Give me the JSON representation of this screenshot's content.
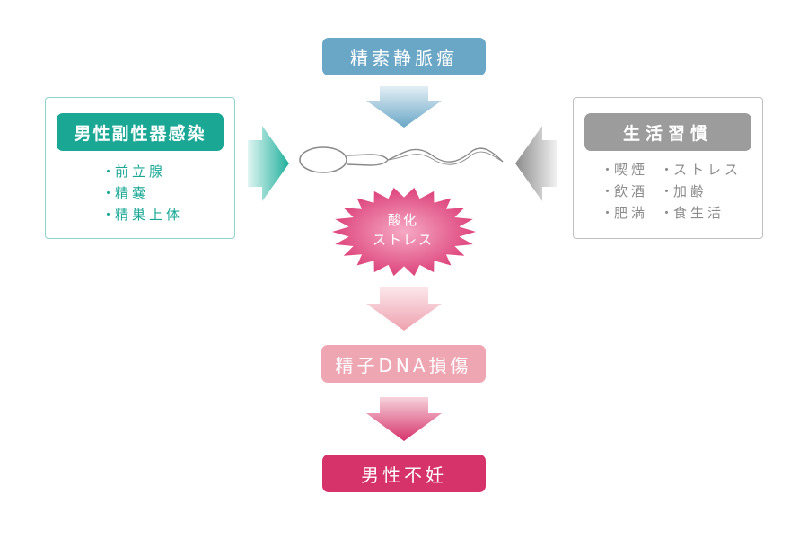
{
  "nodes": {
    "varicocele": "精索静脈瘤",
    "dna_damage": "精子DNA損傷",
    "infertility": "男性不妊",
    "oxidative_stress": [
      "酸化",
      "ストレス"
    ]
  },
  "left_panel": {
    "title": "男性副性器感染",
    "items": [
      "前立腺",
      "精嚢",
      "精巣上体"
    ]
  },
  "right_panel": {
    "title": "生活習慣",
    "items_col1": [
      "喫煙",
      "飲酒",
      "肥満"
    ],
    "items_col2": [
      "ストレス",
      "加齢",
      "食生活"
    ]
  },
  "colors": {
    "varicocele": "#6aa7c6",
    "left_accent": "#1aa895",
    "right_accent": "#9c9c9c",
    "stress": "#d93a74",
    "dna_damage": "#efa6b3",
    "infertility": "#d6336b"
  }
}
